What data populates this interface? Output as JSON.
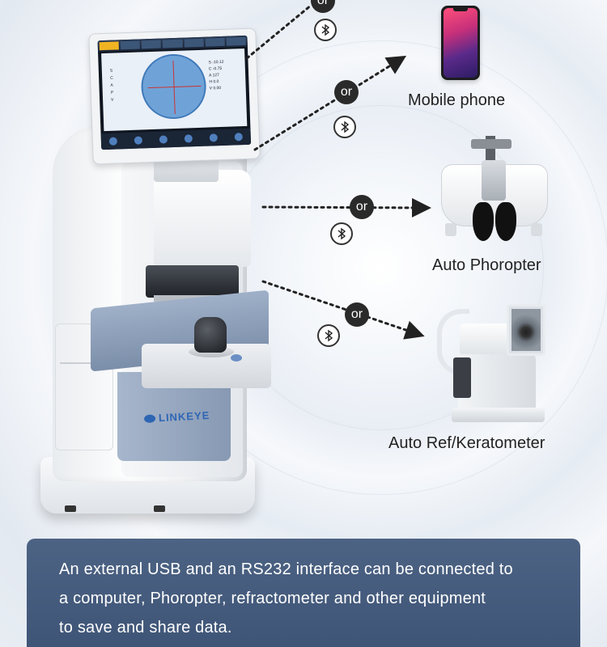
{
  "targets": {
    "mobile_phone": "Mobile phone",
    "auto_phoropter": "Auto Phoropter",
    "auto_ref_keratometer": "Auto Ref/Keratometer"
  },
  "connector_label": "or",
  "device": {
    "brand": "LINKEYE",
    "screen_letters": [
      "S",
      "C",
      "A",
      "P",
      "V"
    ],
    "screen_values": [
      "S -10.12",
      "C -0.75",
      "A 127",
      "H 0.0",
      "V 0.00"
    ]
  },
  "icons": {
    "bluetooth": "bluetooth-icon"
  },
  "colors": {
    "caption_background": "#465c7e",
    "badge_dark": "#2a2a2a",
    "accent_blue": "#2f66b3"
  },
  "caption": {
    "line1": "An external USB and an RS232 interface can be connected to",
    "line2": "a computer, Phoropter, refractometer  and other equipment",
    "line3": "to save and share data."
  }
}
